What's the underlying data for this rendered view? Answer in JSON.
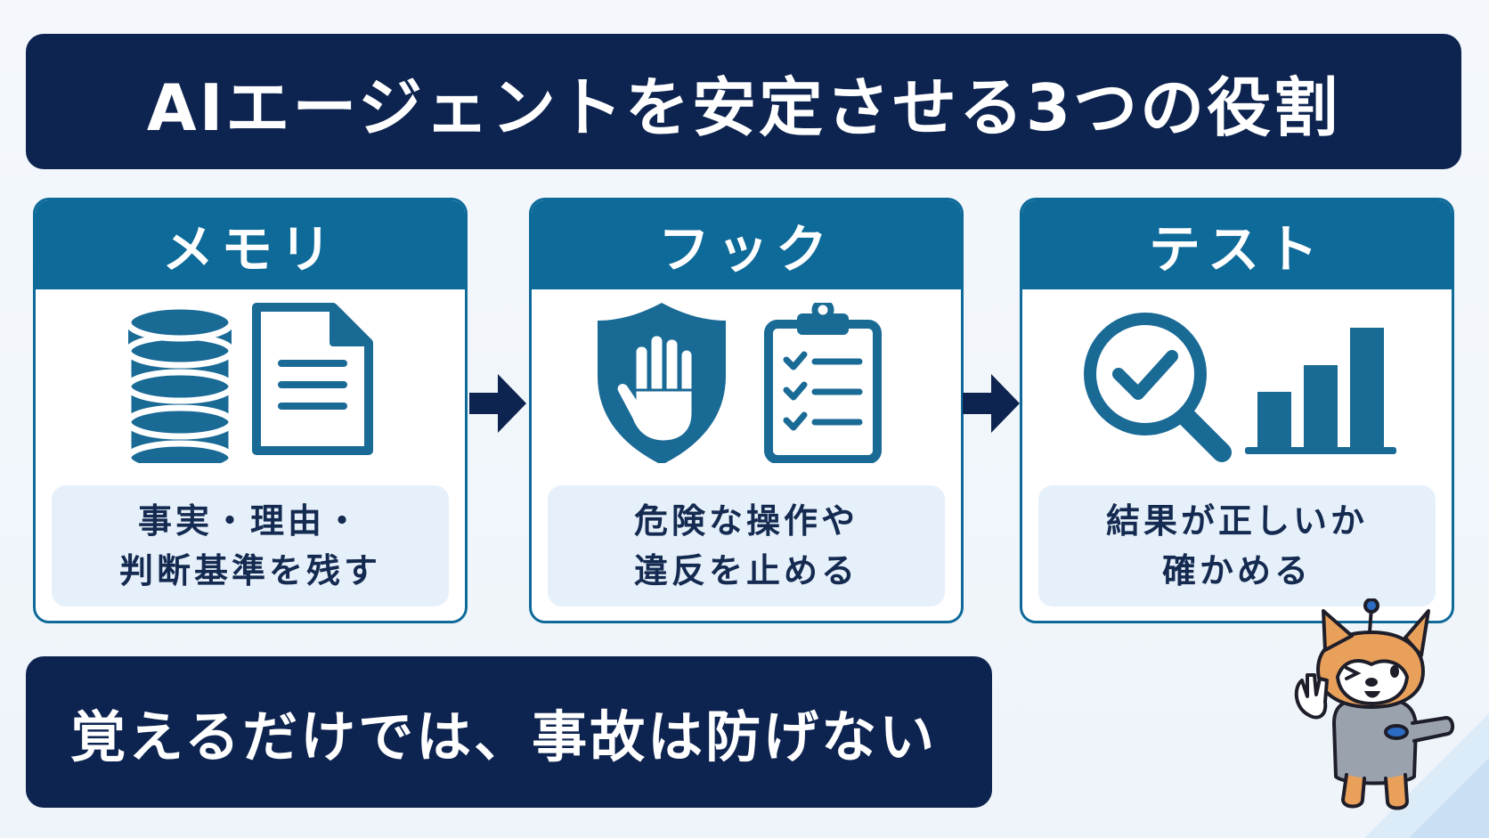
{
  "title": "AIエージェントを安定させる3つの役割",
  "cards": [
    {
      "heading": "メモリ",
      "icons": [
        "database-icon",
        "document-icon"
      ],
      "description": [
        "事実・理由・",
        "判断基準を残す"
      ]
    },
    {
      "heading": "フック",
      "icons": [
        "shield-hand-icon",
        "clipboard-checklist-icon"
      ],
      "description": [
        "危険な操作や",
        "違反を止める"
      ]
    },
    {
      "heading": "テスト",
      "icons": [
        "magnifier-check-icon",
        "bar-chart-icon"
      ],
      "description": [
        "結果が正しいか",
        "確かめる"
      ]
    }
  ],
  "flow": [
    "arrow-right-icon",
    "arrow-right-icon"
  ],
  "bottom_message": "覚えるだけでは、事故は防げない",
  "mascot": "shiba-dog-mascot",
  "colors": {
    "navy": "#0e2450",
    "teal_blue": "#0e6a99",
    "icon_blue": "#1a6a96",
    "panel_bg": "#e6f0fa",
    "page_bg": "#f2f7fc"
  }
}
